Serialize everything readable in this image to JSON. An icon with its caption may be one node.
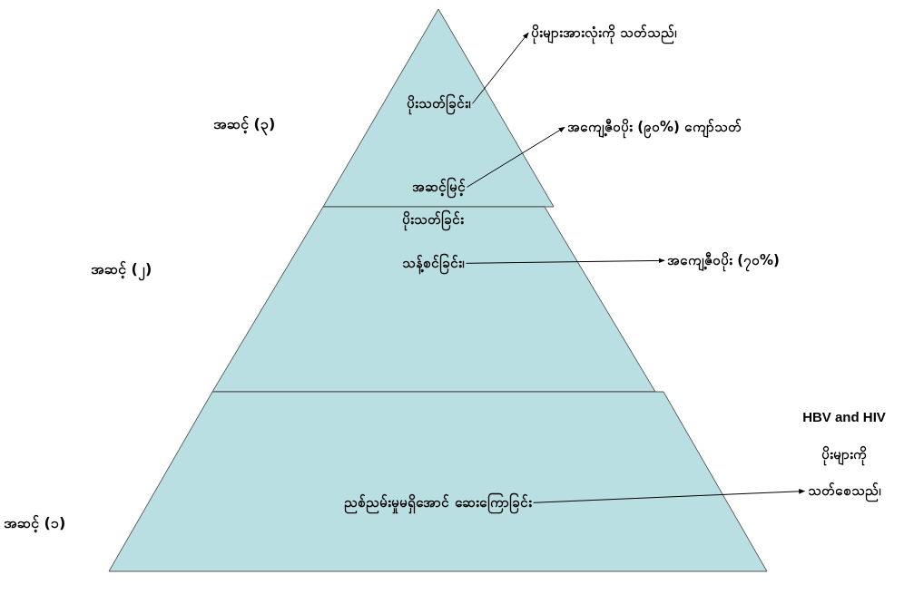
{
  "diagram": {
    "nodes": [
      {
        "text": [],
        "shape": "triangle"
      },
      {
        "text": [
          "ပိုးသတ်ခြင်း၊"
        ],
        "in": 0
      },
      {
        "text": [
          "အဆင့်မြင့်"
        ],
        "in": 0
      },
      {
        "text": [],
        "shape": "trapezoid"
      },
      {
        "text": [
          "ပိုးသတ်ခြင်း"
        ],
        "in": 3
      },
      {
        "text": [
          "သန့်စင်ခြင်း၊"
        ],
        "in": 3
      },
      {
        "text": [],
        "shape": "trapezoid"
      },
      {
        "text": [
          "ညစ်ညမ်းမှုမရှိအောင် ဆေးကြောခြင်း"
        ],
        "in": 6
      },
      {
        "text": [
          "ပိုးများအားလုံးကို သတ်သည်၊"
        ]
      },
      {
        "text": [
          "အကျေ့ဇီဝပိုး (၉၀%) ကျော်သတ်"
        ]
      },
      {
        "text": [
          "အကျေ့ဇီဝပိုး (၇၀%)"
        ]
      },
      {
        "text": [
          "HBV and HIV",
          "ပိုးများကို",
          "သတ်စေသည်၊"
        ]
      }
    ],
    "edges": [
      {
        "from": 1,
        "to": 8,
        "arrow": "to"
      },
      {
        "from": 2,
        "to": 9,
        "arrow": "to"
      },
      {
        "from": 5,
        "to": 10,
        "arrow": "to"
      },
      {
        "from": 7,
        "to": 11,
        "arrow": "to"
      }
    ],
    "labels": [
      "အဆင့် (၃)",
      "အဆင့် (၂)",
      "အဆင့် (၁)"
    ]
  }
}
